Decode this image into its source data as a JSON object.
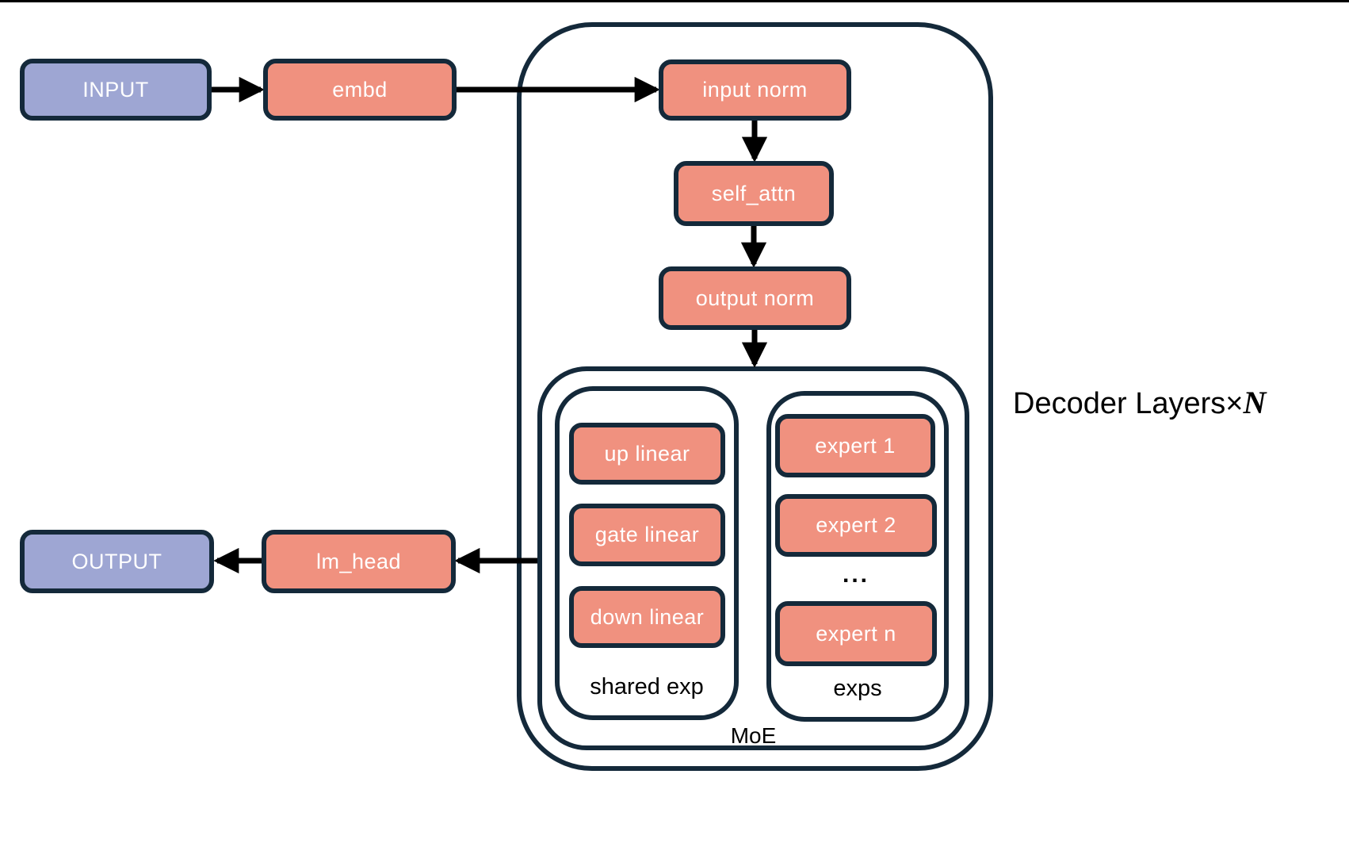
{
  "diagram": {
    "io_nodes": {
      "input": "INPUT",
      "output": "OUTPUT"
    },
    "module_nodes": {
      "embd": "embd",
      "input_norm": "input norm",
      "self_attn": "self_attn",
      "output_norm": "output norm",
      "lm_head": "lm_head",
      "up_linear": "up linear",
      "gate_linear": "gate linear",
      "down_linear": "down linear",
      "expert_1": "expert 1",
      "expert_2": "expert 2",
      "expert_n": "expert n"
    },
    "ellipsis": "...",
    "group_labels": {
      "shared_exp": "shared exp",
      "exps": "exps",
      "moe": "MoE"
    },
    "side_label": {
      "text": "Decoder Layers",
      "times": "×",
      "n": "N"
    },
    "colors": {
      "io_fill": "#9EA6D3",
      "module_fill": "#F0917F",
      "outline": "#14293A",
      "arrow": "#000000",
      "label_text": "#000000",
      "node_text": "#FFFFFF",
      "background": "#FFFFFF"
    }
  }
}
